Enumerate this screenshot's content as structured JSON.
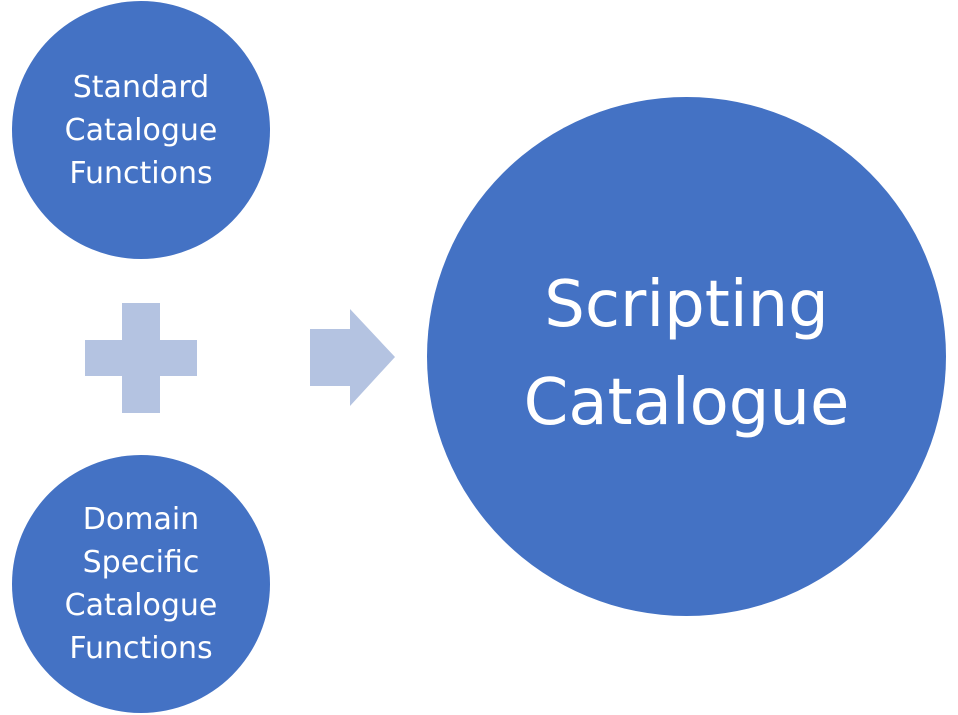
{
  "colors": {
    "circle_fill": "#4472C4",
    "connector_fill": "#B4C3E1",
    "text": "#FFFFFF"
  },
  "nodes": {
    "standard": {
      "label": "Standard\nCatalogue\nFunctions"
    },
    "domain": {
      "label": "Domain\nSpecific\nCatalogue\nFunctions"
    },
    "scripting": {
      "label": "Scripting\nCatalogue"
    }
  },
  "connectors": {
    "combine": "plus-icon",
    "result": "arrow-right-icon"
  }
}
